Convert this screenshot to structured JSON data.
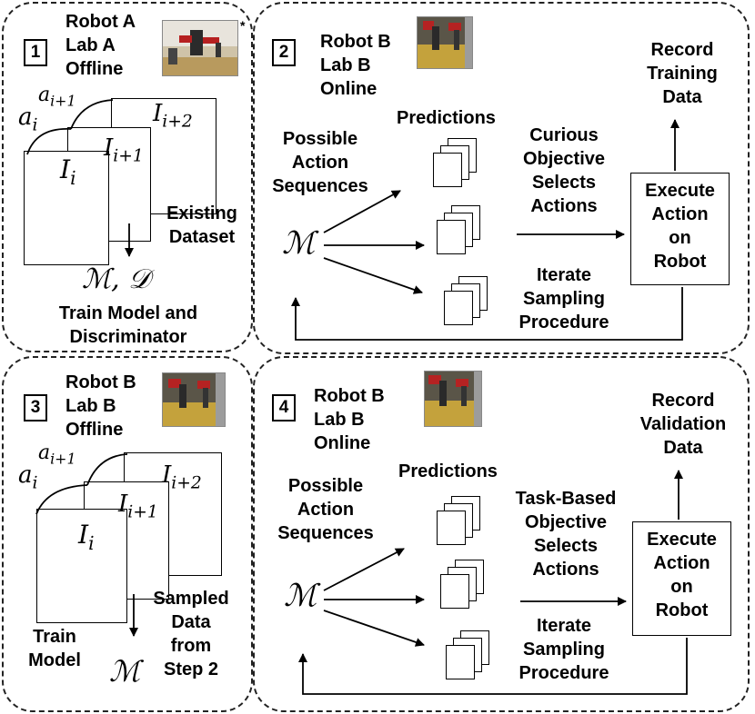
{
  "panels": [
    {
      "number": "1",
      "robot": "Robot A",
      "lab": "Lab A",
      "mode": "Offline",
      "star": "*",
      "action_i": "a",
      "action_i_sub": "i",
      "action_next": "a",
      "action_next_sub": "i+1",
      "image_i": "I",
      "image_i_sub": "i",
      "image_next": "I",
      "image_next_sub": "i+1",
      "image_next2": "I",
      "image_next2_sub": "i+2",
      "dataset_line1": "Existing",
      "dataset_line2": "Dataset",
      "model_symbols": "ℳ, 𝒟",
      "train_line1": "Train Model and",
      "train_line2": "Discriminator"
    },
    {
      "number": "2",
      "robot": "Robot B",
      "lab": "Lab B",
      "mode": "Online",
      "possible_1": "Possible",
      "possible_2": "Action",
      "possible_3": "Sequences",
      "model_symbol": "ℳ",
      "predictions": "Predictions",
      "objective_1": "Curious",
      "objective_2": "Objective",
      "objective_3": "Selects",
      "objective_4": "Actions",
      "iterate_1": "Iterate",
      "iterate_2": "Sampling",
      "iterate_3": "Procedure",
      "execute_1": "Execute",
      "execute_2": "Action",
      "execute_3": "on",
      "execute_4": "Robot",
      "record_1": "Record",
      "record_2": "Training",
      "record_3": "Data"
    },
    {
      "number": "3",
      "robot": "Robot B",
      "lab": "Lab B",
      "mode": "Offline",
      "action_i": "a",
      "action_i_sub": "i",
      "action_next": "a",
      "action_next_sub": "i+1",
      "image_i": "I",
      "image_i_sub": "i",
      "image_next": "I",
      "image_next_sub": "i+1",
      "image_next2": "I",
      "image_next2_sub": "i+2",
      "train_1": "Train",
      "train_2": "Model",
      "model_symbol": "ℳ",
      "sampled_1": "Sampled",
      "sampled_2": "Data",
      "sampled_3": "from",
      "sampled_4": "Step 2"
    },
    {
      "number": "4",
      "robot": "Robot B",
      "lab": "Lab B",
      "mode": "Online",
      "possible_1": "Possible",
      "possible_2": "Action",
      "possible_3": "Sequences",
      "model_symbol": "ℳ",
      "predictions": "Predictions",
      "objective_1": "Task-Based",
      "objective_2": "Objective",
      "objective_3": "Selects",
      "objective_4": "Actions",
      "iterate_1": "Iterate",
      "iterate_2": "Sampling",
      "iterate_3": "Procedure",
      "execute_1": "Execute",
      "execute_2": "Action",
      "execute_3": "on",
      "execute_4": "Robot",
      "record_1": "Record",
      "record_2": "Validation",
      "record_3": "Data"
    }
  ]
}
